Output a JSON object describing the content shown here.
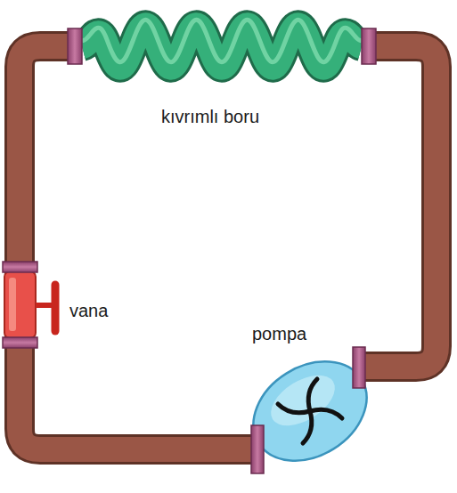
{
  "diagram": {
    "labels": [
      "kıvrımlı boru",
      "vana",
      "pompa"
    ]
  }
}
